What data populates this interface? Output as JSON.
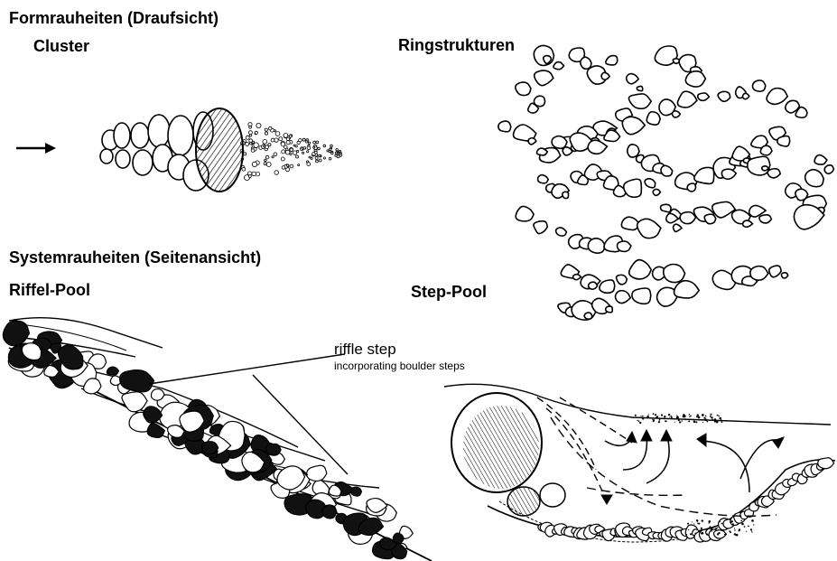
{
  "headings": {
    "form_roughness": "Formrauheiten (Draufsicht)",
    "cluster": "Cluster",
    "ring_structures": "Ringstrukturen",
    "system_roughness": "Systemrauheiten (Seitenansicht)",
    "riffle_pool": "Riffel-Pool",
    "step_pool": "Step-Pool"
  },
  "annotations": {
    "riffle_step": "riffle step",
    "incorporating": "incorporating boulder steps"
  }
}
